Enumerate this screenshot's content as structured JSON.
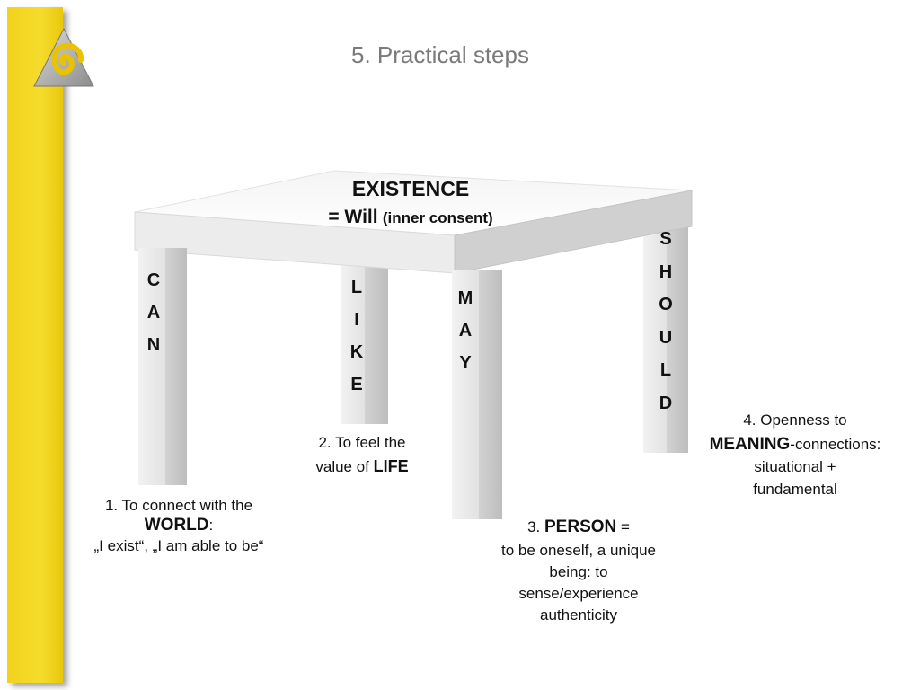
{
  "header": {
    "title": "5. Practical steps"
  },
  "existence": {
    "title": "EXISTENCE",
    "will_prefix": "= Will",
    "will_note": "(inner consent)"
  },
  "legs": {
    "can": [
      "C",
      "A",
      "N"
    ],
    "like": [
      "L",
      "I",
      "K",
      "E"
    ],
    "may": [
      "M",
      "A",
      "Y"
    ],
    "should": [
      "S",
      "H",
      "O",
      "U",
      "L",
      "D"
    ]
  },
  "notes": {
    "world": {
      "line1": "1. To connect with the",
      "bold": "WORLD",
      "tail": ":",
      "line3": "„I exist“, „I am able to be“"
    },
    "life": {
      "line1": "2. To feel the",
      "line2_pre": "value of",
      "bold": "LIFE"
    },
    "person": {
      "pre": "3.",
      "bold": "PERSON",
      "post": "=",
      "line2": "to be oneself, a unique",
      "line3": "being: to",
      "line4": "sense/experience",
      "line5": "authenticity"
    },
    "meaning": {
      "line1": "4. Openness to",
      "bold": "MEANING",
      "post": "-connections:",
      "line3": "situational +",
      "line4": "fundamental"
    }
  },
  "colors": {
    "accent_yellow": "#f3d524",
    "title_gray": "#7a7a7a",
    "logo_spiral": "#e9c300"
  }
}
